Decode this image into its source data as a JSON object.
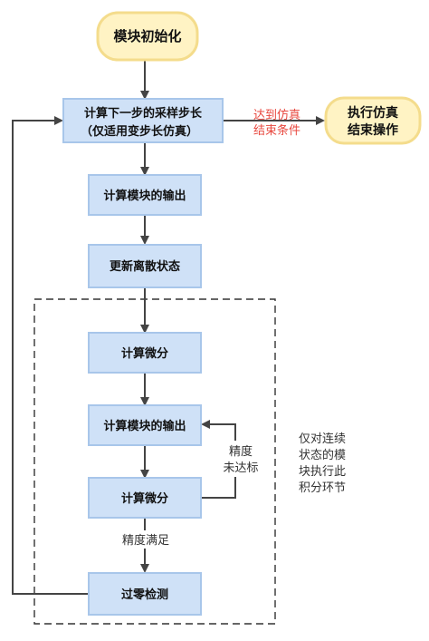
{
  "nodes": {
    "init": "模块初始化",
    "step_line1": "计算下一步的采样步长",
    "step_line2": "（仅适用变步长仿真）",
    "output1": "计算模块的输出",
    "discrete": "更新离散状态",
    "deriv1": "计算微分",
    "output2": "计算模块的输出",
    "deriv2": "计算微分",
    "zero": "过零检测",
    "end_line1": "执行仿真",
    "end_line2": "结束操作"
  },
  "labels": {
    "sim_end_line1": "达到仿真",
    "sim_end_line2": "结束条件",
    "not_precise_line1": "精度",
    "not_precise_line2": "未达标",
    "precise": "精度满足",
    "note_lines": [
      "仅对连续",
      "状态的模",
      "块执行此",
      "积分环节"
    ]
  },
  "colors": {
    "process_fill": "#cfe1f7",
    "process_stroke": "#a8c6ea",
    "terminal_fill": "#fff3c4",
    "terminal_stroke": "#f4dc8c",
    "arrow": "#444444",
    "highlight_label": "#e8483f"
  }
}
